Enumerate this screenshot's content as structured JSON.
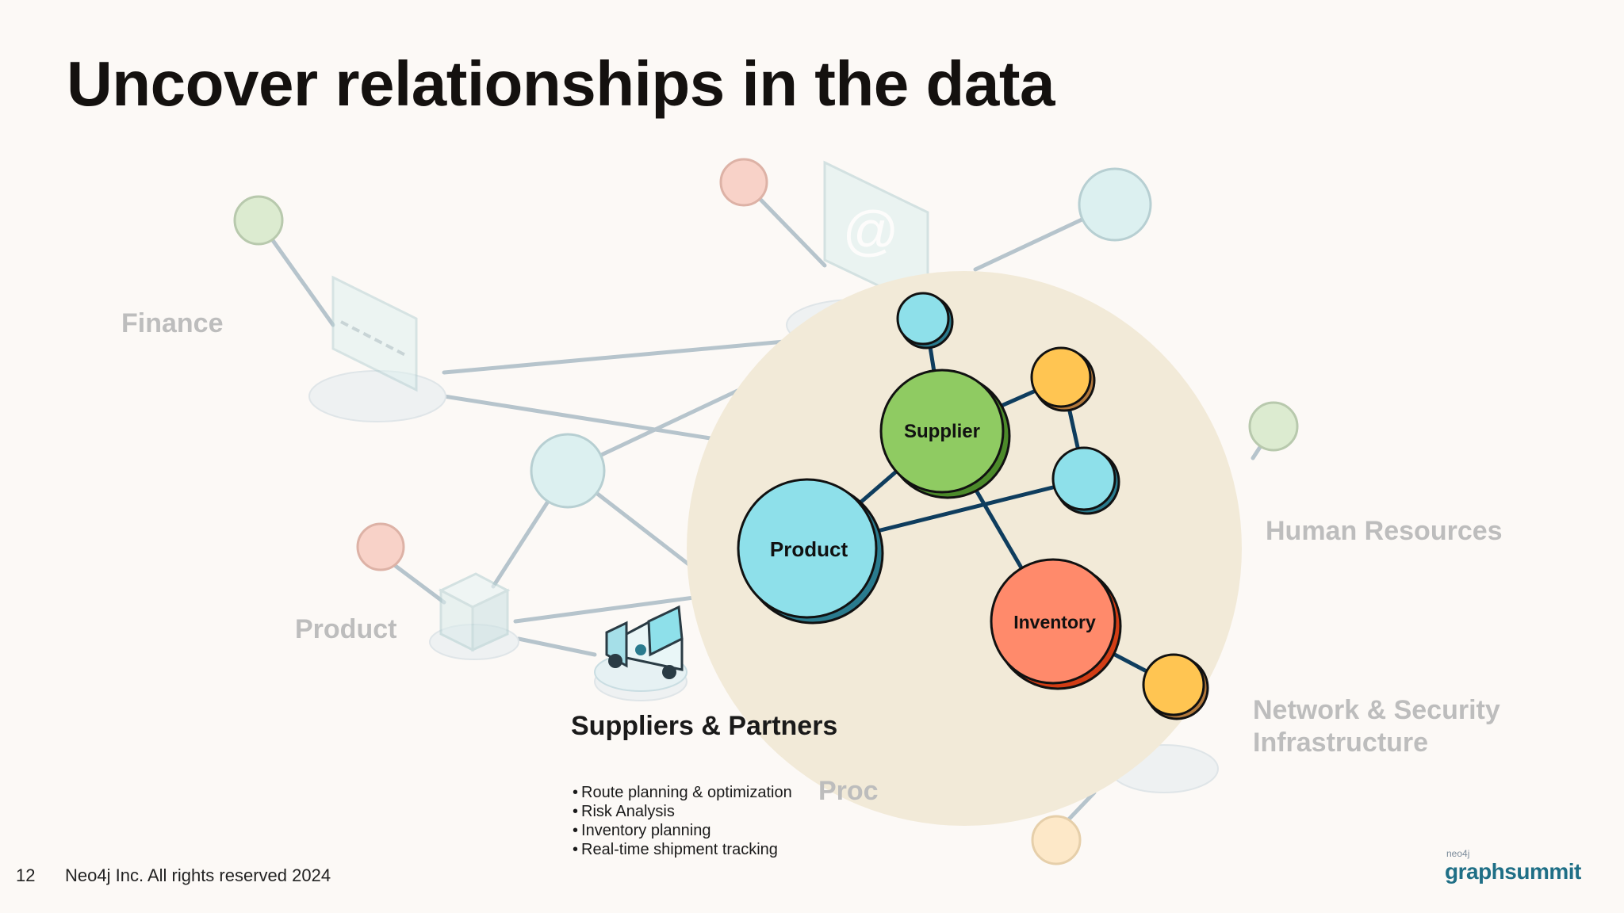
{
  "slide": {
    "title": "Uncover relationships in the data",
    "page_number": "12",
    "copyright": "Neo4j Inc. All rights reserved 2024"
  },
  "background_domains": {
    "finance": "Finance",
    "product": "Product",
    "human_resources": "Human Resources",
    "network_security": "Network & Security Infrastructure",
    "processes_partial": "Proc"
  },
  "icons": [
    "credit-card-icon",
    "email-at-icon",
    "package-box-icon",
    "delivery-truck-icon"
  ],
  "callout": {
    "title": "Suppliers & Partners",
    "bullets": [
      "Route planning & optimization",
      "Risk Analysis",
      "Inventory planning",
      "Real-time shipment tracking"
    ]
  },
  "graph": {
    "nodes": [
      {
        "id": "supplier",
        "label": "Supplier",
        "color": "#8fcb62"
      },
      {
        "id": "product",
        "label": "Product",
        "color": "#8ee0ea"
      },
      {
        "id": "inventory",
        "label": "Inventory",
        "color": "#ff8a6b"
      }
    ],
    "colors": {
      "highlight_bg": "#f2ead8",
      "edge": "#0f3d5e",
      "cyan_node": "#8ee0ea",
      "yellow_node": "#ffc552",
      "faded_edge": "#b6c4cc"
    }
  },
  "brand": {
    "small": "neo4j",
    "main": "graphsummit"
  }
}
